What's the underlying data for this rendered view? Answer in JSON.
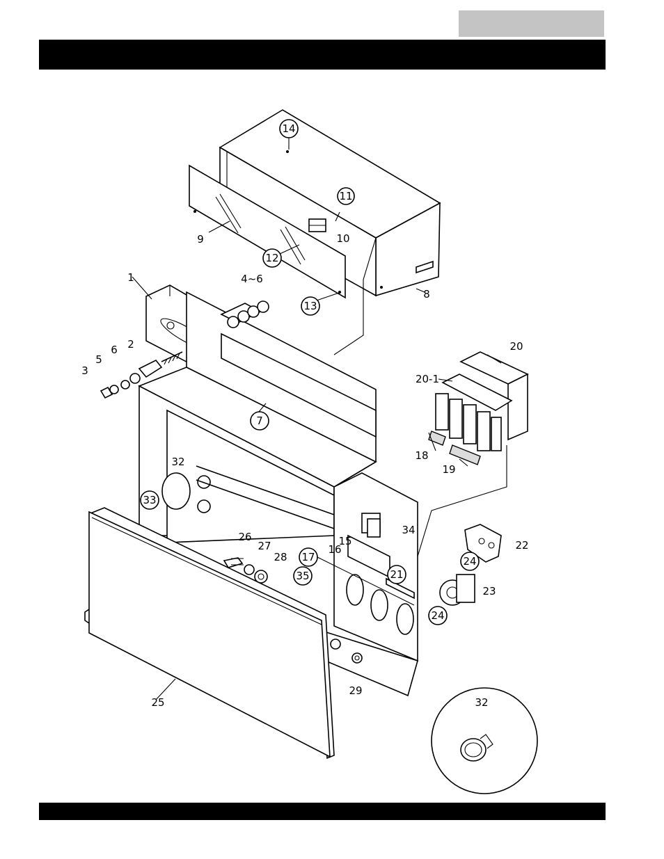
{
  "header": {
    "tab_text": "",
    "title_bar_text": ""
  },
  "footer": {
    "bar_text": ""
  },
  "callouts": {
    "c1": "1",
    "c2": "2",
    "c3": "3",
    "c4_6": "4~6",
    "c5": "5",
    "c6": "6",
    "c7": "7",
    "c8": "8",
    "c9": "9",
    "c10": "10",
    "c11": "11",
    "c12": "12",
    "c13": "13",
    "c14": "14",
    "c15": "15",
    "c16": "16",
    "c17": "17",
    "c18": "18",
    "c19": "19",
    "c20": "20",
    "c20_1": "20-1",
    "c21": "21",
    "c22": "22",
    "c23": "23",
    "c24a": "24",
    "c24b": "24",
    "c25": "25",
    "c26": "26",
    "c27": "27",
    "c28": "28",
    "c29": "29",
    "c32a": "32",
    "c32b": "32",
    "c33": "33",
    "c34": "34",
    "c35": "35"
  }
}
